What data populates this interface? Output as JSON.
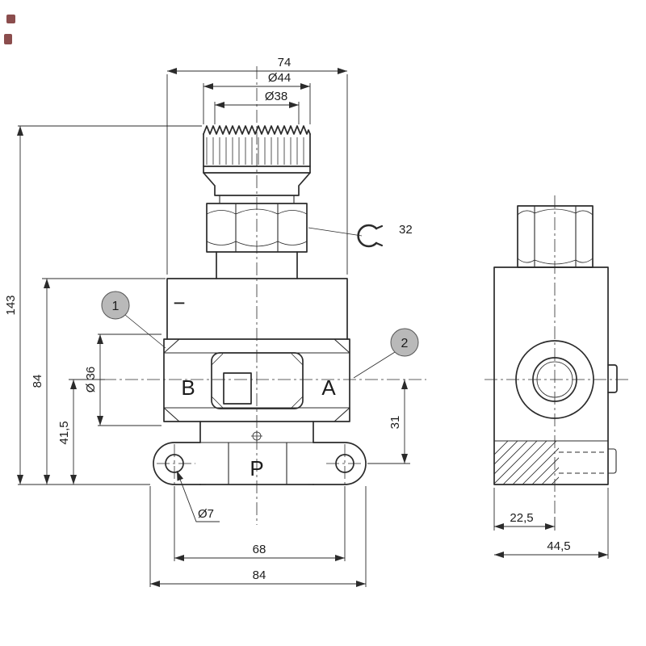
{
  "front": {
    "dims": {
      "top_width": "74",
      "knob_outer": "Ø44",
      "knob_mid": "Ø38",
      "height_total": "143",
      "height_body": "84",
      "height_port": "41,5",
      "bore": "Ø 36",
      "pitch_right": "31",
      "hole": "Ø7",
      "hole_pitch": "68",
      "base_width": "84"
    },
    "ports": {
      "left": "B",
      "right": "A",
      "bottom": "P"
    },
    "adjust_minus": "−",
    "callouts": {
      "one": "1",
      "two": "2"
    },
    "wrench": {
      "size": "32"
    }
  },
  "side": {
    "dims": {
      "foot_offset": "22,5",
      "depth": "44,5"
    }
  },
  "colors": {
    "callout_fill": "#b9b9b9",
    "line": "#2b2b2b"
  }
}
